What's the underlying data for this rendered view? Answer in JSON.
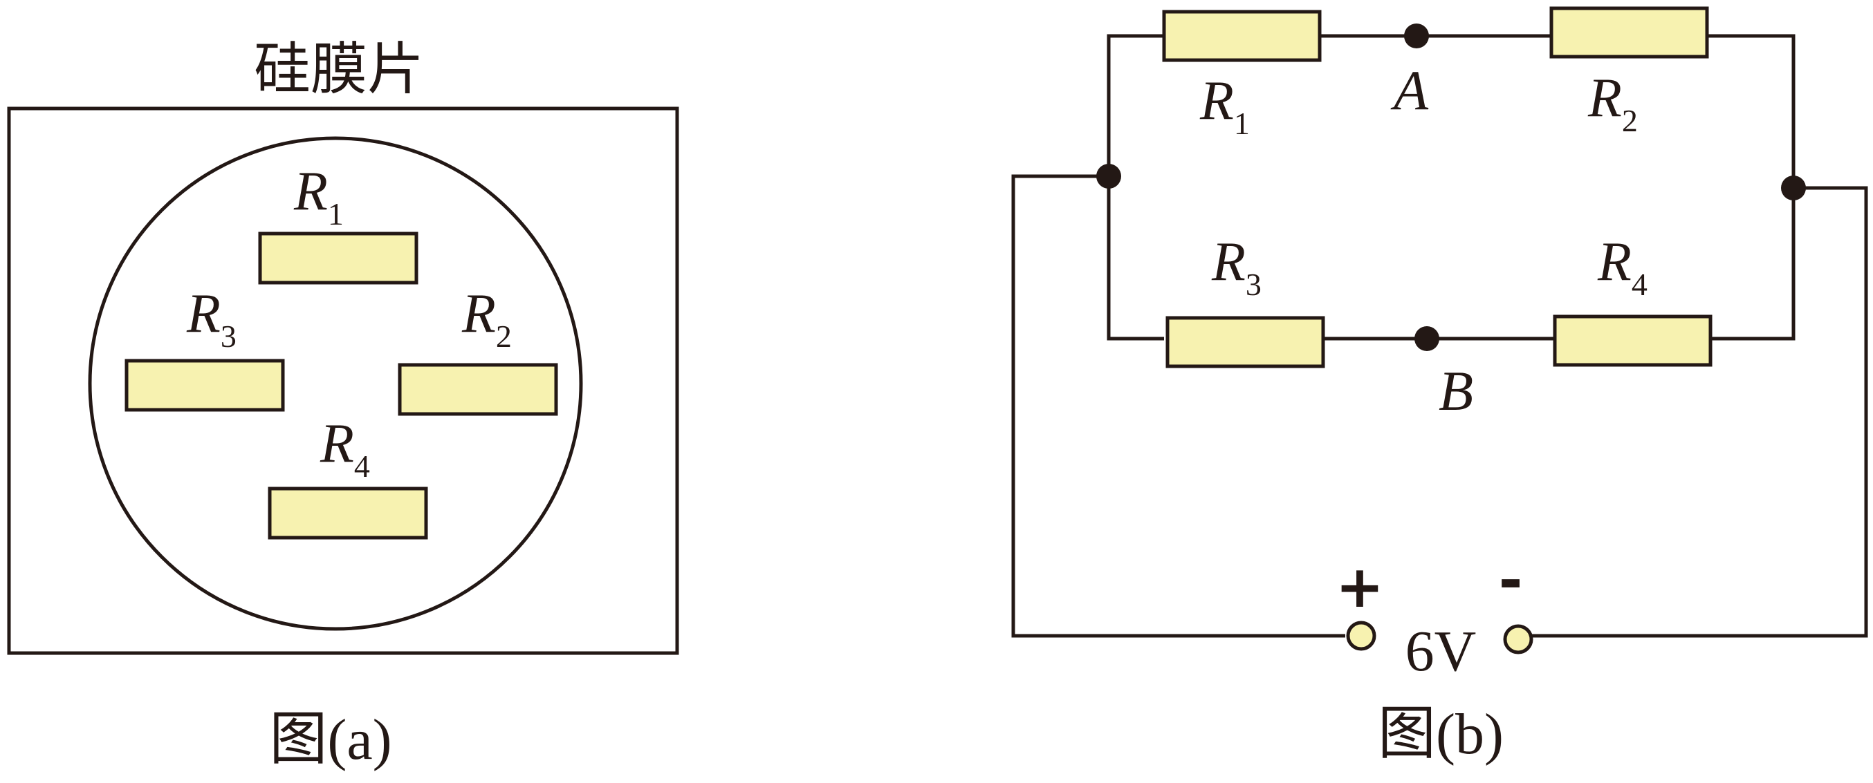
{
  "figure_a": {
    "label_chip": "硅膜片",
    "caption": "图(a)",
    "resistors": [
      {
        "id": "R1",
        "letter": "R",
        "sub": "1"
      },
      {
        "id": "R2",
        "letter": "R",
        "sub": "2"
      },
      {
        "id": "R3",
        "letter": "R",
        "sub": "3"
      },
      {
        "id": "R4",
        "letter": "R",
        "sub": "4"
      }
    ]
  },
  "figure_b": {
    "caption": "图(b)",
    "resistors": [
      {
        "id": "R1",
        "letter": "R",
        "sub": "1"
      },
      {
        "id": "R2",
        "letter": "R",
        "sub": "2"
      },
      {
        "id": "R3",
        "letter": "R",
        "sub": "3"
      },
      {
        "id": "R4",
        "letter": "R",
        "sub": "4"
      }
    ],
    "node_A": "A",
    "node_B": "B",
    "source": {
      "plus": "+",
      "minus": "-",
      "voltage": "6V"
    }
  },
  "colors": {
    "line": "#231815",
    "resistor_fill": "#f7f2b0"
  }
}
